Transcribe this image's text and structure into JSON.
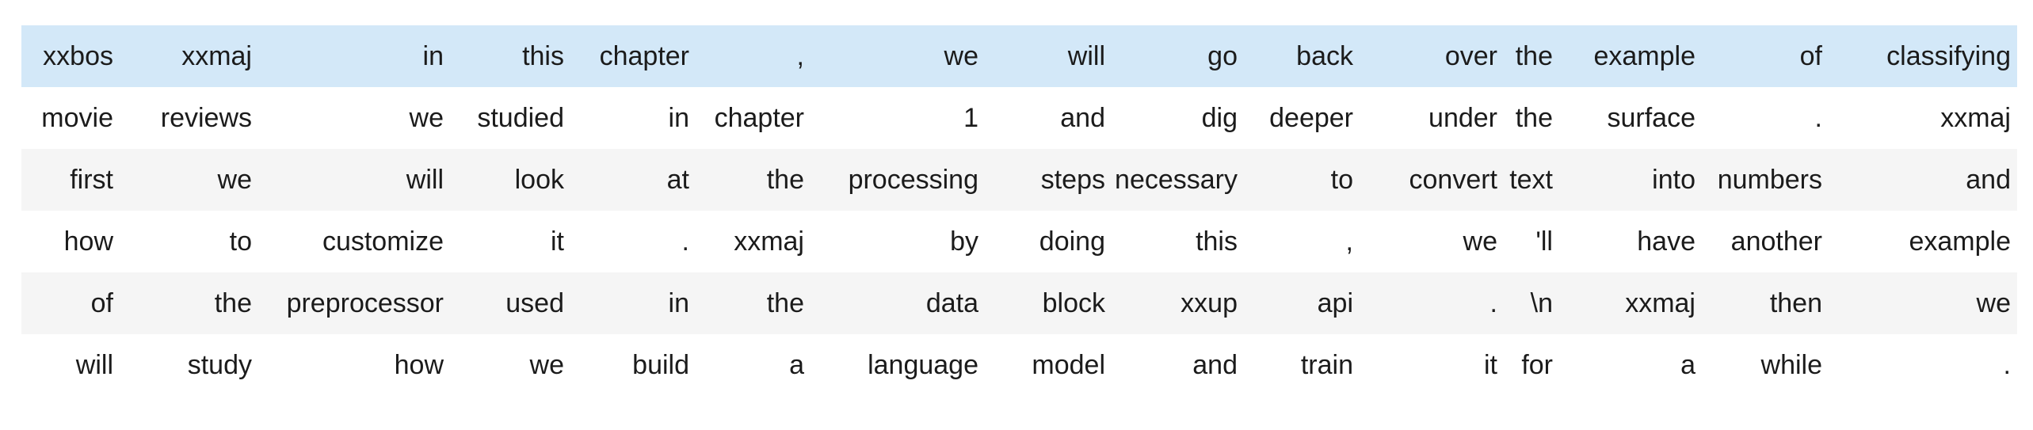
{
  "table": {
    "description": "tokenized-text-batch-table",
    "colors": {
      "highlight_row_bg": "#d3e8f8",
      "stripe_row_bg": "#f5f5f5",
      "row_bg": "#ffffff",
      "text": "#1b1b1b"
    },
    "rows": [
      {
        "highlighted": true,
        "tokens": [
          "xxbos",
          "xxmaj",
          "in",
          "this",
          "chapter",
          ",",
          "we",
          "will",
          "go",
          "back",
          "over",
          "the",
          "example",
          "of",
          "classifying"
        ]
      },
      {
        "highlighted": false,
        "tokens": [
          "movie",
          "reviews",
          "we",
          "studied",
          "in",
          "chapter",
          "1",
          "and",
          "dig",
          "deeper",
          "under",
          "the",
          "surface",
          ".",
          "xxmaj"
        ]
      },
      {
        "highlighted": false,
        "tokens": [
          "first",
          "we",
          "will",
          "look",
          "at",
          "the",
          "processing",
          "steps",
          "necessary",
          "to",
          "convert",
          "text",
          "into",
          "numbers",
          "and"
        ]
      },
      {
        "highlighted": false,
        "tokens": [
          "how",
          "to",
          "customize",
          "it",
          ".",
          "xxmaj",
          "by",
          "doing",
          "this",
          ",",
          "we",
          "'ll",
          "have",
          "another",
          "example"
        ]
      },
      {
        "highlighted": false,
        "tokens": [
          "of",
          "the",
          "preprocessor",
          "used",
          "in",
          "the",
          "data",
          "block",
          "xxup",
          "api",
          ".",
          "\\n",
          "xxmaj",
          "then",
          "we"
        ]
      },
      {
        "highlighted": false,
        "tokens": [
          "will",
          "study",
          "how",
          "we",
          "build",
          "a",
          "language",
          "model",
          "and",
          "train",
          "it",
          "for",
          "a",
          "while",
          "."
        ]
      }
    ]
  }
}
